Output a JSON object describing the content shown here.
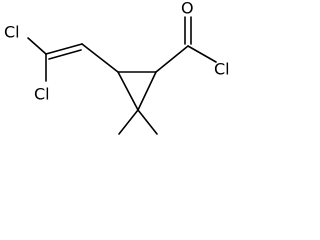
{
  "structure": {
    "atom_labels": {
      "cl_top_left": "Cl",
      "cl_bottom_left": "Cl",
      "cl_acyl": "Cl",
      "o_carbonyl": "O"
    }
  }
}
